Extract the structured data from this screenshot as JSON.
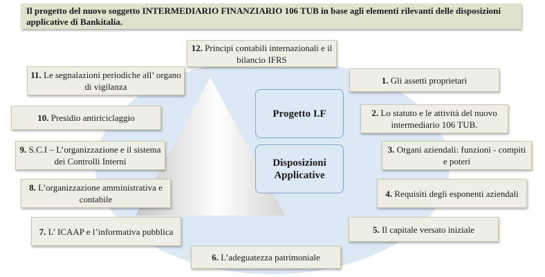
{
  "title": "Il progetto del nuovo soggetto INTERMEDIARIO  FINANZIARIO 106 TUB in base agli elementi rilevanti delle disposizioni applicative di Bankitalia.",
  "center": {
    "top_label": "Progetto I.F",
    "bottom_label": "Disposizioni Applicative"
  },
  "items": [
    {
      "num": "12.",
      "text": " Principi contabili internazionali e il bilancio IFRS"
    },
    {
      "num": "1.",
      "text": " Gli assetti proprietari"
    },
    {
      "num": "2.",
      "text": "  Lo statuto e le attività del nuovo intermediario 106 TUB."
    },
    {
      "num": "3.",
      "text": " Organi aziendali: funzioni - compiti e poteri"
    },
    {
      "num": "4.",
      "text": " Requisiti degli esponenti aziendali"
    },
    {
      "num": "5.",
      "text": " Il capitale versato iniziale"
    },
    {
      "num": "6.",
      "text": " L’adeguatezza patrimoniale"
    },
    {
      "num": "7.",
      "text": " L’ ICAAP e l’informativa pubblica"
    },
    {
      "num": "8.",
      "text": " L’organizzazione amministrativa e contabile"
    },
    {
      "num": "9.",
      "text": " S.C.I – L’organizzazione e il sistema dei Controlli Interni"
    },
    {
      "num": "10.",
      "text": " Presidio antiriciclaggio"
    },
    {
      "num": "11.",
      "text": " Le segnalazioni  periodiche all’ organo di vigilanza"
    }
  ]
}
